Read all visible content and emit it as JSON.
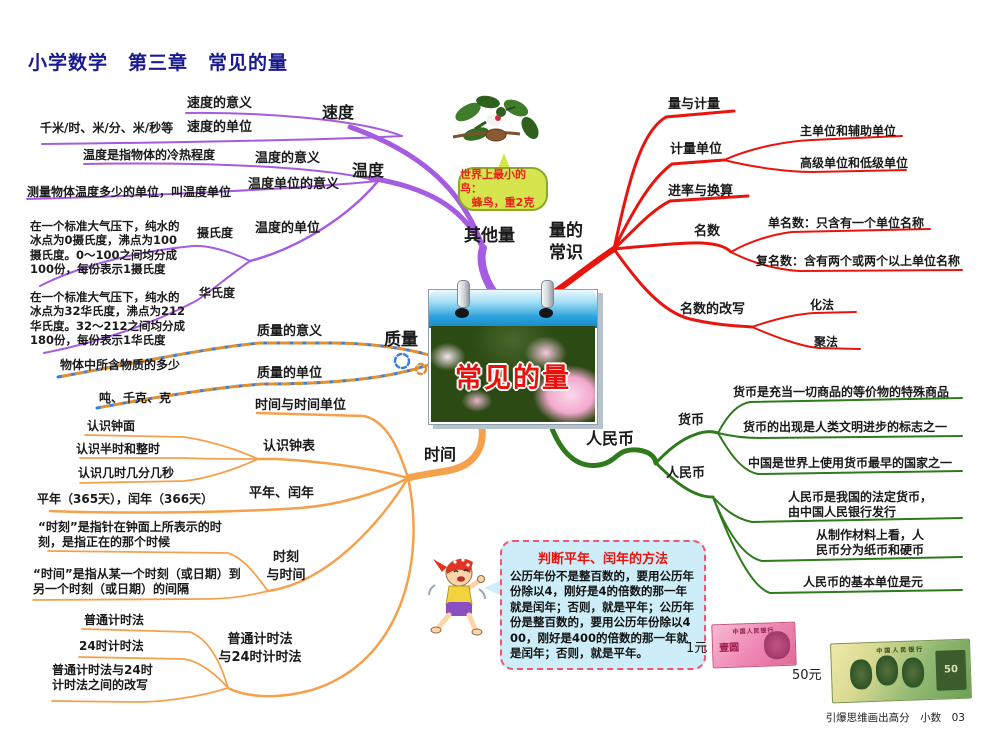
{
  "page": {
    "title": "小学数学　第三章　常见的量",
    "footer": "引爆思维画出高分　小数　03"
  },
  "center": {
    "title": "常见的量"
  },
  "bird_callout": {
    "line1": "世界上最小的鸟：",
    "line2": "蜂鸟，重2克"
  },
  "other_quantities": {
    "label": "其他量",
    "speed": {
      "label": "速度",
      "meaning": "速度的意义",
      "unit": "速度的单位",
      "unit_examples": "千米/时、米/分、米/秒等"
    },
    "temperature": {
      "label": "温度",
      "meaning": "温度的意义",
      "meaning_detail": "温度是指物体的冷热程度",
      "unit_meaning": "温度单位的意义",
      "unit_meaning_detail": "测量物体温度多少的单位，叫温度单位",
      "unit": "温度的单位",
      "celsius": "摄氏度",
      "celsius_detail": "在一个标准大气压下，纯水的冰点为0摄氏度，沸点为100摄氏度。0～100之间均分成100份，每份表示1摄氏度",
      "fahrenheit": "华氏度",
      "fahrenheit_detail": "在一个标准大气压下，纯水的冰点为32华氏度，沸点为212华氏度。32～212之间均分成180份，每份表示1华氏度"
    }
  },
  "quantity_knowledge": {
    "label_line1": "量的",
    "label_line2": "常识",
    "measure": "量与计量",
    "units": "计量单位",
    "main_aux_units": "主单位和辅助单位",
    "high_low_units": "高级单位和低级单位",
    "conversion": "进率与换算",
    "mingshu": "名数",
    "dan_mingshu": "单名数：只含有一个单位名称",
    "fu_mingshu": "复名数：含有两个或两个以上单位名称",
    "rewrite": "名数的改写",
    "huafa": "化法",
    "jufa": "聚法"
  },
  "mass": {
    "label": "质量",
    "meaning": "质量的意义",
    "meaning_detail": "物体中所含物质的多少",
    "unit": "质量的单位",
    "unit_examples": "吨、千克、克"
  },
  "time": {
    "label": "时间",
    "time_and_unit": "时间与时间单位",
    "clock": {
      "label": "认识钟表",
      "face": "认识钟面",
      "half_whole": "认识半时和整时",
      "hms": "认识几时几分几秒"
    },
    "years": {
      "label": "平年、闰年",
      "detail": "平年（365天），闰年（366天）"
    },
    "moment": {
      "label_line1": "时刻",
      "label_line2": "与时间",
      "moment_detail": "“时刻”是指针在钟面上所表示的时刻，是指正在的那个时候",
      "duration_detail": "“时间”是指从某一个时刻（或日期）到另一个时刻（或日期）的间隔"
    },
    "timekeeping": {
      "label_line1": "普通计时法",
      "label_line2": "与24时计时法",
      "common": "普通计时法",
      "h24": "24时计时法",
      "convert": "普通计时法与24时计时法之间的改写"
    }
  },
  "rmb": {
    "label": "人民币",
    "currency": {
      "label": "货币",
      "d1": "货币是充当一切商品的等价物的特殊商品",
      "d2": "货币的出现是人类文明进步的标志之一",
      "d3": "中国是世界上使用货币最早的国家之一"
    },
    "renminbi": {
      "label": "人民币",
      "d1": "人民币是我国的法定货币，由中国人民银行发行",
      "d2": "从制作材料上看，人民币分为纸币和硬币",
      "d3": "人民币的基本单位是元"
    }
  },
  "leap_year_box": {
    "title": "判断平年、闰年的方法",
    "body": "公历年份不是整百数的，要用公历年份除以4，刚好是4的倍数的那一年就是闰年；否则，就是平年；公历年份是整百数的，要用公历年份除以400，刚好是400的倍数的那一年就是闰年；否则，就是平年。"
  },
  "money": {
    "one_yuan": "1元",
    "fifty_yuan": "50元",
    "bank_name": "中国人民银行",
    "one_value": "壹圆",
    "fifty_value": "50"
  },
  "colors": {
    "purple": "#a55ce0",
    "red": "#e8150f",
    "orange": "#f5a14c",
    "green": "#2f7a1c",
    "dot_blue": "#3a7fd5",
    "dot_orange": "#e09033",
    "title_blue": "#1a1a8f"
  }
}
